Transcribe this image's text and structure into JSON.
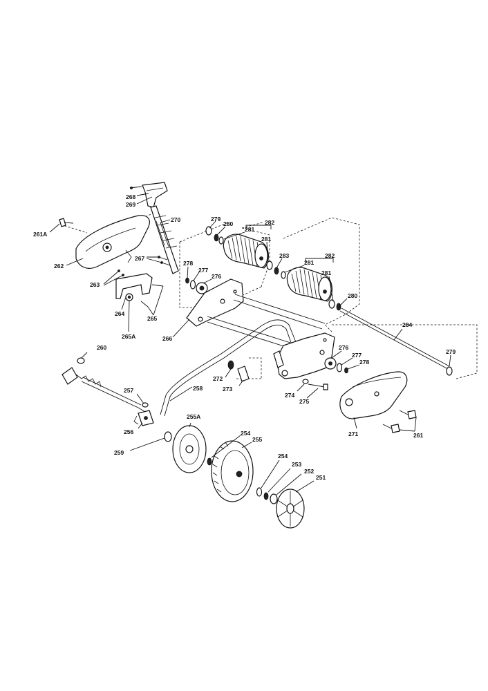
{
  "labels": {
    "l268": "268",
    "l269": "269",
    "l270": "270",
    "l261A": "261A",
    "l262": "262",
    "l267": "267",
    "l263": "263",
    "l264": "264",
    "l265": "265",
    "l265A": "265A",
    "l278a": "278",
    "l277a": "277",
    "l276a": "276",
    "l266": "266",
    "l279a": "279",
    "l280a": "280",
    "l281a": "281",
    "l282a": "282",
    "l281b": "281",
    "l283": "283",
    "l282b": "282",
    "l281c": "281",
    "l281d": "281",
    "l280b": "280",
    "l284": "284",
    "l279b": "279",
    "l276b": "276",
    "l277b": "277",
    "l278b": "278",
    "l260": "260",
    "l272": "272",
    "l273": "273",
    "l274": "274",
    "l275": "275",
    "l257": "257",
    "l258": "258",
    "l256": "256",
    "l255A": "255A",
    "l254a": "254",
    "l255": "255",
    "l259": "259",
    "l254b": "254",
    "l253": "253",
    "l252": "252",
    "l251": "251",
    "l271": "271",
    "l261": "261"
  }
}
